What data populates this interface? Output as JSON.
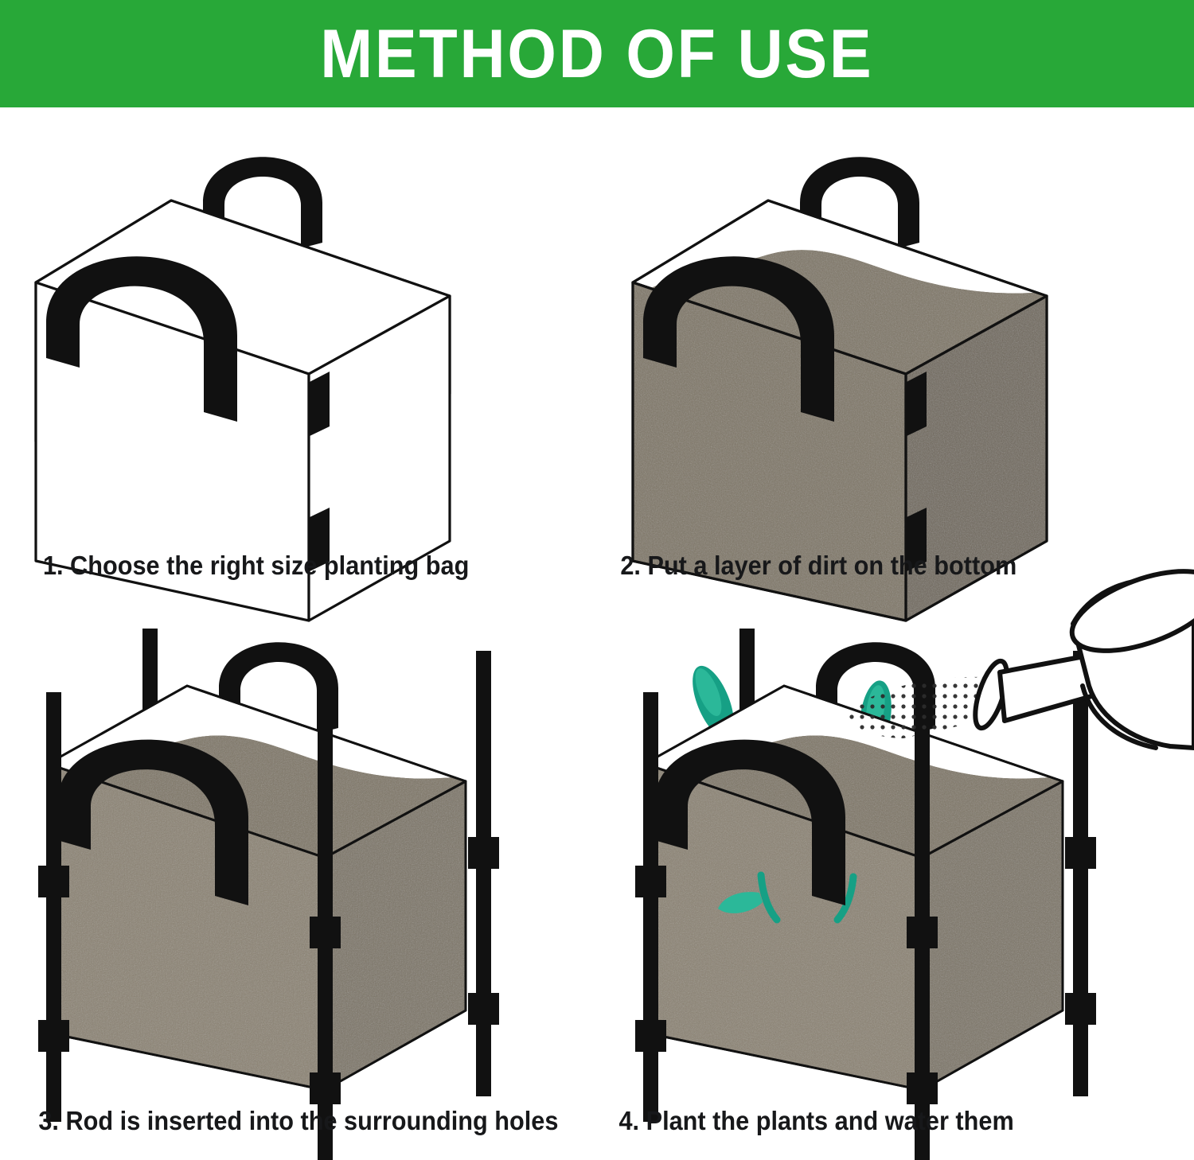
{
  "header": {
    "title": "METHOD OF USE",
    "background_color": "#28a838",
    "text_color": "#ffffff"
  },
  "colors": {
    "banner_green": "#28a838",
    "soil_brown": "#7d7463",
    "soil_brown_light": "#8a8170",
    "plant_teal": "#16a085",
    "plant_teal_dark": "#12836c",
    "plant_teal_light": "#2bb899",
    "outline_black": "#111111",
    "bag_white": "#ffffff",
    "caption_text": "#17181a"
  },
  "steps": [
    {
      "number": "1",
      "caption": "1. Choose the right size planting bag",
      "illustration": "empty-white-planting-bag",
      "elements": [
        "bag-body",
        "bag-handle-front",
        "bag-handle-back",
        "side-hole-upper",
        "side-hole-lower"
      ]
    },
    {
      "number": "2",
      "caption": "2. Put a layer of dirt on the bottom",
      "illustration": "planting-bag-filled-with-soil",
      "elements": [
        "bag-body",
        "soil-fill",
        "bag-handle-front",
        "bag-handle-back",
        "side-hole-upper",
        "side-hole-lower"
      ]
    },
    {
      "number": "3",
      "caption": "3. Rod is inserted into the surrounding holes",
      "illustration": "planting-bag-with-support-rods",
      "elements": [
        "bag-body",
        "soil-fill",
        "rod-left",
        "rod-center-front",
        "rod-back",
        "rod-right",
        "rod-bracket"
      ]
    },
    {
      "number": "4",
      "caption": "4. Plant the plants and water them",
      "illustration": "planting-bag-with-plants-and-watering-can",
      "elements": [
        "bag-body",
        "soil-fill",
        "rod-left",
        "rod-center-front",
        "rod-back",
        "rod-right",
        "plant-seedling",
        "watering-can",
        "water-spray-dots"
      ]
    }
  ]
}
